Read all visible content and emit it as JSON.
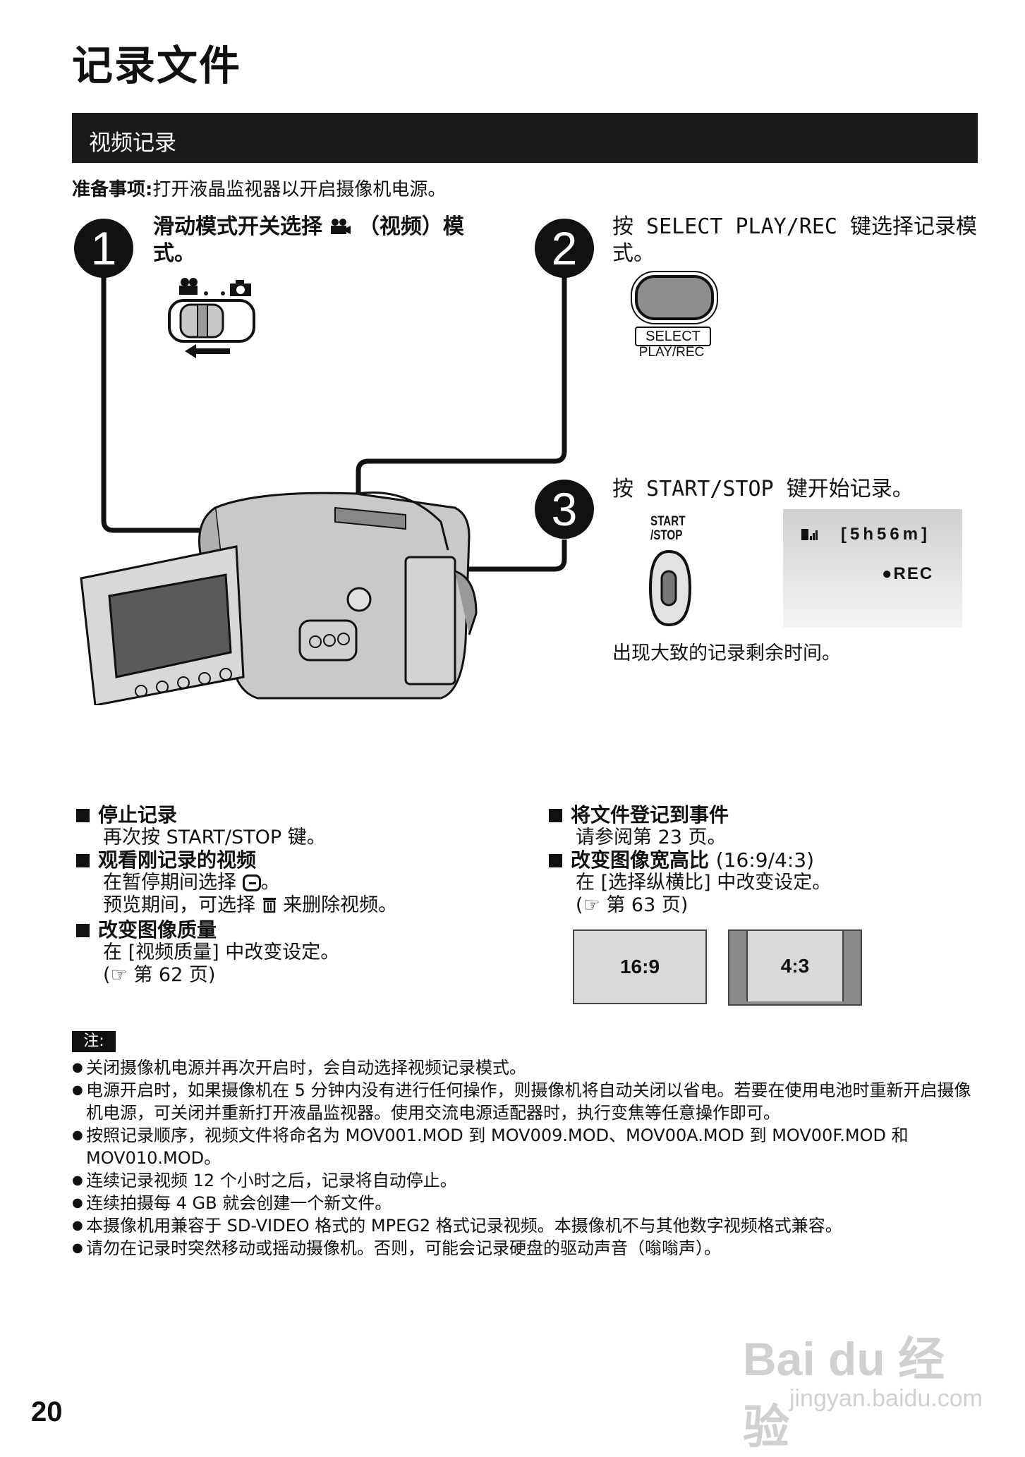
{
  "title": "记录文件",
  "section_bar": "视频记录",
  "prep": {
    "label": "准备事项:",
    "text": "打开液晶监视器以开启摄像机电源。"
  },
  "steps": [
    {
      "num": "1",
      "line1": "滑动模式开关选择",
      "line1b": "（视频）模",
      "line2": "式。"
    },
    {
      "num": "2",
      "line1": "按 SELECT PLAY/REC 键选择记录模",
      "line2": "式。"
    },
    {
      "num": "3",
      "line1": "按 START/STOP 键开始记录。"
    }
  ],
  "button_labels": {
    "select_top": "SELECT",
    "select_bottom": "PLAY/REC",
    "start_top": "START",
    "start_bottom": "/STOP"
  },
  "lcd": {
    "time": "[5h56m]",
    "rec": "●REC"
  },
  "remaining_caption": "出现大致的记录剩余时间。",
  "left_sections": [
    {
      "heading": "停止记录",
      "lines": [
        "再次按 START/STOP 键。"
      ]
    },
    {
      "heading": "观看刚记录的视频",
      "lines": [
        "在暂停期间选择",
        "预览期间，可选择",
        "来删除视频。"
      ]
    },
    {
      "heading": "改变图像质量",
      "lines": [
        "在 [视频质量] 中改变设定。",
        "(☞ 第 62 页)"
      ]
    }
  ],
  "right_sections": [
    {
      "heading": "将文件登记到事件",
      "lines": [
        "请参阅第 23 页。"
      ]
    },
    {
      "heading": "改变图像宽高比",
      "heading_suffix": "(16:9/4:3)",
      "lines": [
        "在 [选择纵横比] 中改变设定。",
        "(☞ 第 63 页)"
      ]
    }
  ],
  "aspect_boxes": [
    "16:9",
    "4:3"
  ],
  "note_tag": "注:",
  "notes": [
    "关闭摄像机电源并再次开启时，会自动选择视频记录模式。",
    "电源开启时，如果摄像机在 5 分钟内没有进行任何操作，则摄像机将自动关闭以省电。若要在使用电池时重新开启摄像机电源，可关闭并重新打开液晶监视器。使用交流电源适配器时，执行变焦等任意操作即可。",
    "按照记录顺序，视频文件将命名为 MOV001.MOD 到 MOV009.MOD、MOV00A.MOD 到 MOV00F.MOD 和 MOV010.MOD。",
    "连续记录视频 12 个小时之后，记录将自动停止。",
    "连续拍摄每 4 GB 就会创建一个新文件。",
    "本摄像机用兼容于 SD-VIDEO 格式的 MPEG2 格式记录视频。本摄像机不与其他数字视频格式兼容。",
    "请勿在记录时突然移动或摇动摄像机。否则，可能会记录硬盘的驱动声音（嗡嗡声）。"
  ],
  "page_number": "20",
  "watermark": {
    "brand": "Bai du 经验",
    "url": "jingyan.baidu.com"
  }
}
